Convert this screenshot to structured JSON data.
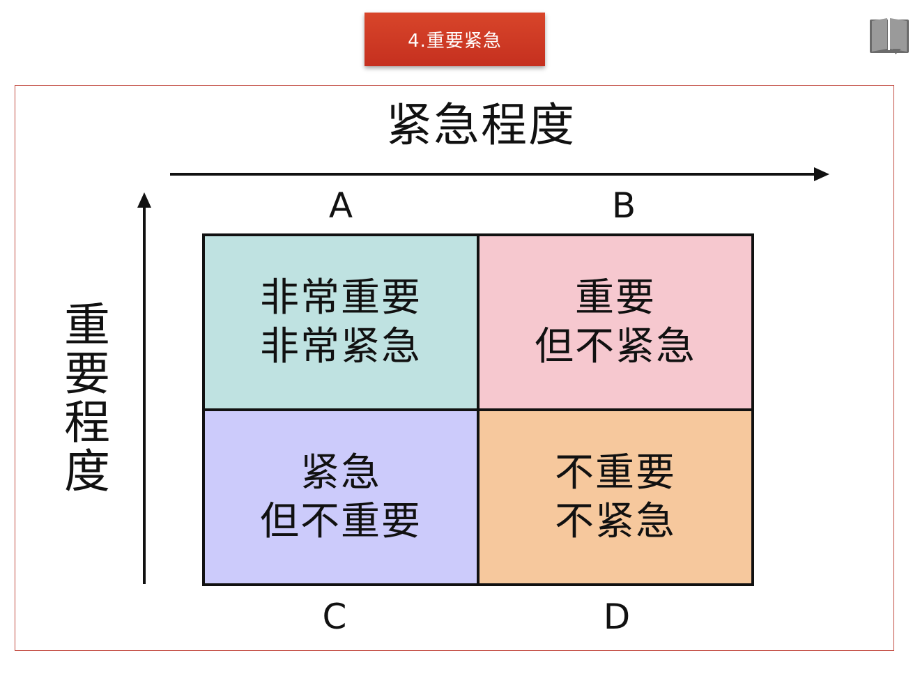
{
  "header": {
    "title": "4.重要紧急"
  },
  "icons": {
    "top_right": "book-icon"
  },
  "diagram": {
    "x_axis_title": "紧急程度",
    "y_axis_title": "重要程度",
    "labels": {
      "a": "A",
      "b": "B",
      "c": "C",
      "d": "D"
    },
    "quadrants": {
      "a": {
        "line1": "非常重要",
        "line2": "非常紧急"
      },
      "b": {
        "line1": "重要",
        "line2": "但不紧急"
      },
      "c": {
        "line1": "紧急",
        "line2": "但不重要"
      },
      "d": {
        "line1": "不重要",
        "line2": "不紧急"
      }
    }
  },
  "colors": {
    "badge": "#cf3b24",
    "frame": "#c24a40",
    "quadrant_a": "#bfe2e1",
    "quadrant_b": "#f6c8cf",
    "quadrant_c": "#cccbfb",
    "quadrant_d": "#f6c89d"
  }
}
